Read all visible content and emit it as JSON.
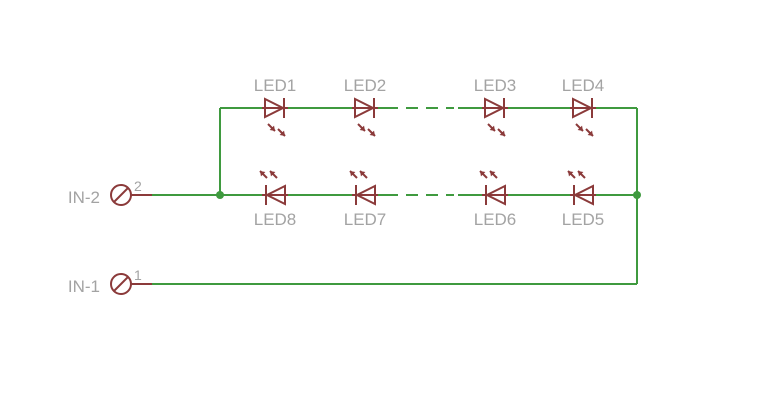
{
  "colors": {
    "wire": "#3f9a3f",
    "symbol": "#8b3a3a",
    "label": "#a3a3a3",
    "background": "#ffffff"
  },
  "connectors": {
    "in2": {
      "label": "IN-2",
      "pin": "2"
    },
    "in1": {
      "label": "IN-1",
      "pin": "1"
    }
  },
  "leds": {
    "top": [
      "LED1",
      "LED2",
      "LED3",
      "LED4"
    ],
    "bottom": [
      "LED8",
      "LED7",
      "LED6",
      "LED5"
    ]
  }
}
